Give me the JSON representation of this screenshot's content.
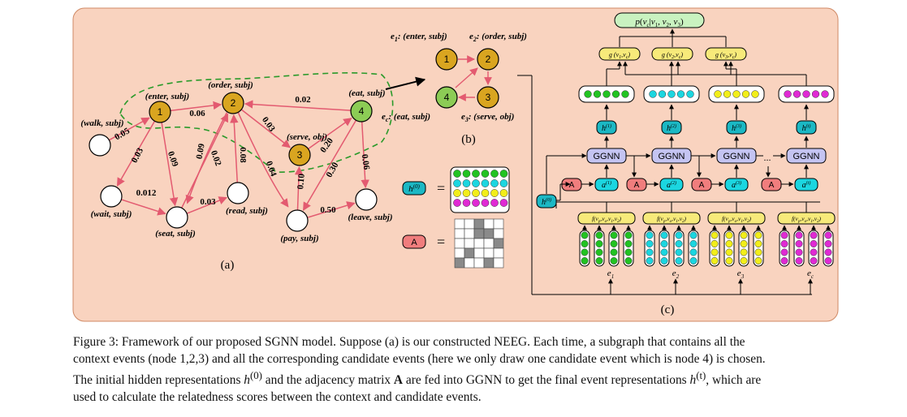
{
  "figure": {
    "background_color": "#f9d3bf",
    "edge_color": "#e35a70",
    "subgraph_border_color": "#2a9a2a",
    "node_context_color": "#d9a520",
    "node_candidate_color": "#8ccc55",
    "panel_labels": {
      "a": "(a)",
      "b": "(b)",
      "c": "(c)"
    }
  },
  "graph_a": {
    "nodes": [
      {
        "id": "n1",
        "number": "1",
        "label": "(enter, subj)",
        "kind": "context"
      },
      {
        "id": "n2",
        "number": "2",
        "label": "(order, subj)",
        "kind": "context"
      },
      {
        "id": "n3",
        "number": "3",
        "label": "(serve, obj)",
        "kind": "context"
      },
      {
        "id": "n4",
        "number": "4",
        "label": "(eat, subj)",
        "kind": "candidate"
      },
      {
        "id": "walk",
        "number": "",
        "label": "(walk, subj)",
        "kind": "plain"
      },
      {
        "id": "wait",
        "number": "",
        "label": "(wait, subj)",
        "kind": "plain"
      },
      {
        "id": "seat",
        "number": "",
        "label": "(seat, subj)",
        "kind": "plain"
      },
      {
        "id": "read",
        "number": "",
        "label": "(read, subj)",
        "kind": "plain"
      },
      {
        "id": "pay",
        "number": "",
        "label": "(pay, subj)",
        "kind": "plain"
      },
      {
        "id": "leave",
        "number": "",
        "label": "(leave, subj)",
        "kind": "plain"
      }
    ],
    "edges": [
      {
        "from": "walk",
        "to": "n1",
        "weight": "0.05"
      },
      {
        "from": "n1",
        "to": "n2",
        "weight": "0.06"
      },
      {
        "from": "n4",
        "to": "n2",
        "weight": "0.02"
      },
      {
        "from": "n1",
        "to": "wait",
        "weight": "0.03"
      },
      {
        "from": "n1",
        "to": "seat",
        "weight": "0.09"
      },
      {
        "from": "n2",
        "to": "seat",
        "weight": "0.09"
      },
      {
        "from": "seat",
        "to": "n2",
        "weight": "0.02"
      },
      {
        "from": "read",
        "to": "n2",
        "weight": "0.08"
      },
      {
        "from": "n2",
        "to": "n3",
        "weight": "0.03"
      },
      {
        "from": "n2",
        "to": "pay",
        "weight": "0.04"
      },
      {
        "from": "n3",
        "to": "n4",
        "weight": "0.20"
      },
      {
        "from": "pay",
        "to": "n3",
        "weight": "0.10"
      },
      {
        "from": "n4",
        "to": "pay",
        "weight": "0.30"
      },
      {
        "from": "n4",
        "to": "leave",
        "weight": "0.06"
      },
      {
        "from": "wait",
        "to": "seat",
        "weight": "0.012"
      },
      {
        "from": "seat",
        "to": "read",
        "weight": "0.03"
      },
      {
        "from": "pay",
        "to": "leave",
        "weight": "0.50"
      }
    ]
  },
  "graph_b": {
    "labels": [
      {
        "id": "e1",
        "sym": "e",
        "sub": "1",
        "text": ": (enter, subj)"
      },
      {
        "id": "e2",
        "sym": "e",
        "sub": "2",
        "text": ": (order, subj)"
      },
      {
        "id": "ec",
        "sym": "e",
        "sub": "c",
        "text": ": (eat, subj)"
      },
      {
        "id": "e3",
        "sym": "e",
        "sub": "3",
        "text": ": (serve, obj)"
      }
    ],
    "nodes": [
      "1",
      "2",
      "3",
      "4"
    ]
  },
  "legend": {
    "h0_sym": "h",
    "h0_sup": "(0)",
    "equals": "=",
    "a_sym": "A",
    "matrix": [
      [
        0,
        0,
        1,
        0,
        0
      ],
      [
        0,
        0,
        1,
        1,
        0
      ],
      [
        0,
        0,
        0,
        0,
        1
      ],
      [
        0,
        1,
        0,
        0,
        0
      ],
      [
        1,
        0,
        0,
        1,
        0
      ]
    ]
  },
  "panel_c": {
    "top_prob": {
      "p": "p",
      "open": "(",
      "v": "v",
      "vsub": "c",
      "bar": "|",
      "v1": "v",
      "s1": "1",
      "comma1": ", ",
      "v2": "v",
      "s2": "2",
      "comma2": ", ",
      "v3": "v",
      "s3": "3",
      "close": ")"
    },
    "score_nodes": [
      {
        "g": "g",
        "a": "v",
        "asub": "1",
        "b": "v",
        "bsub": "c"
      },
      {
        "g": "g",
        "a": "v",
        "asub": "2",
        "b": "v",
        "bsub": "c"
      },
      {
        "g": "g",
        "a": "v",
        "asub": "3",
        "b": "v",
        "bsub": "c"
      }
    ],
    "vector_colors": [
      "#22c322",
      "#1bd6e0",
      "#f2ee1a",
      "#e02ad4"
    ],
    "h_labels": [
      {
        "sym": "h",
        "sup": "(1)"
      },
      {
        "sym": "h",
        "sup": "(2)"
      },
      {
        "sym": "h",
        "sup": "(3)"
      },
      {
        "sym": "h",
        "sup": "(t)"
      }
    ],
    "ggnn_label": "GGNN",
    "ellipsis": "...",
    "a_labels": [
      {
        "sym": "a",
        "sup": "(1)"
      },
      {
        "sym": "a",
        "sup": "(2)"
      },
      {
        "sym": "a",
        "sup": "(3)"
      },
      {
        "sym": "a",
        "sup": "(t)"
      }
    ],
    "a_box_label": "A",
    "h0_label": {
      "sym": "h",
      "sup": "(0)"
    },
    "f_label": {
      "f": "f",
      "open": "(",
      "v": "v",
      "p": "p",
      "s0": "o",
      "s1": "1",
      "s2": "2",
      "close": ")"
    },
    "event_labels": [
      {
        "sym": "e",
        "sub": "1"
      },
      {
        "sym": "e",
        "sub": "2"
      },
      {
        "sym": "e",
        "sub": "3"
      },
      {
        "sym": "e",
        "sub": "c"
      }
    ]
  },
  "caption": {
    "line1": "Figure 3: Framework of our proposed SGNN model. Suppose (a) is our constructed NEEG. Each time, a subgraph that contains all the",
    "line2": "context events (node 1,2,3) and all the corresponding candidate events (here we only draw one candidate event which is node 4) is chosen.",
    "line3_a": "The initial hidden representations ",
    "line3_h0": "h",
    "line3_h0_sup": "(0)",
    "line3_b": " and the adjacency matrix ",
    "line3_A": "A",
    "line3_c": " are fed into GGNN to get the final event representations ",
    "line3_ht": "h",
    "line3_ht_sup": "(t)",
    "line3_d": ", which are",
    "line4": "used to calculate the relatedness scores between the context and candidate events."
  }
}
